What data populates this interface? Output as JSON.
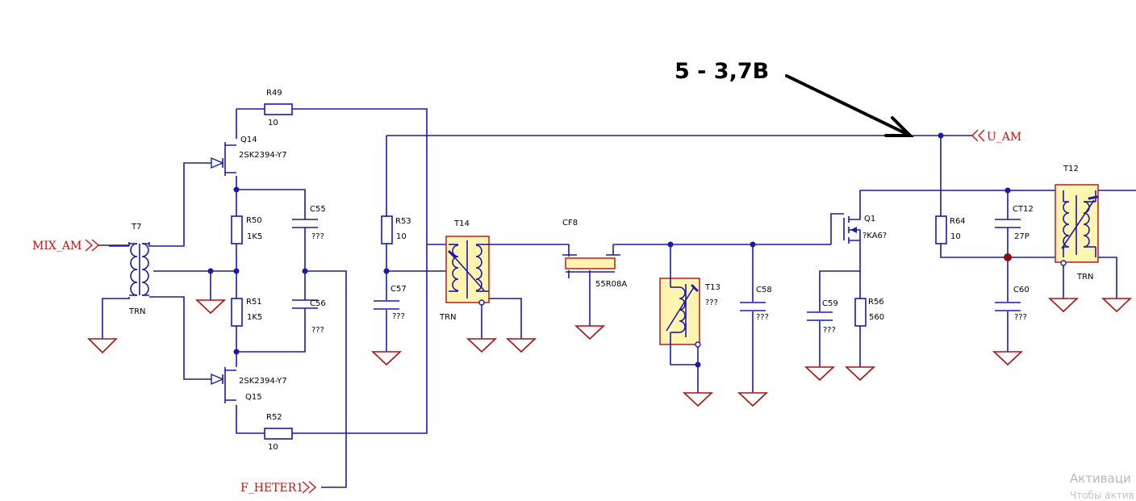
{
  "annotation": {
    "text": "5 - 3,7B"
  },
  "ports": {
    "mix": "MIX_AM",
    "u_am": "U_AM",
    "heter": "F_HETER1"
  },
  "components": {
    "T7": {
      "ref": "T7",
      "value": "TRN"
    },
    "Q14": {
      "ref": "Q14",
      "value": "2SK2394-Y7"
    },
    "Q15": {
      "ref": "Q15",
      "value": "2SK2394-Y7"
    },
    "R49": {
      "ref": "R49",
      "value": "10"
    },
    "R50": {
      "ref": "R50",
      "value": "1K5"
    },
    "R51": {
      "ref": "R51",
      "value": "1K5"
    },
    "R52": {
      "ref": "R52",
      "value": "10"
    },
    "C55": {
      "ref": "C55",
      "value": "???"
    },
    "C56": {
      "ref": "C56",
      "value": "???"
    },
    "R53": {
      "ref": "R53",
      "value": "10"
    },
    "C57": {
      "ref": "C57",
      "value": "???"
    },
    "T14": {
      "ref": "T14",
      "value": "TRN"
    },
    "CF8": {
      "ref": "CF8",
      "value": "55R08A"
    },
    "T13": {
      "ref": "T13",
      "value": "???"
    },
    "C58": {
      "ref": "C58",
      "value": "???"
    },
    "Q1": {
      "ref": "Q1",
      "value": "?KA6?"
    },
    "C59": {
      "ref": "C59",
      "value": "???"
    },
    "R56": {
      "ref": "R56",
      "value": "560"
    },
    "R64": {
      "ref": "R64",
      "value": "10"
    },
    "CT12": {
      "ref": "CT12",
      "value": "27P"
    },
    "C60": {
      "ref": "C60",
      "value": "???"
    },
    "T12": {
      "ref": "T12",
      "value": "TRN"
    }
  },
  "watermark": {
    "line1": "Активаци",
    "line2": "Чтобы актив"
  },
  "colors": {
    "wire": "#1a1aa6",
    "ground": "#aa1111",
    "port": "#cc1111",
    "coil_box": "#fff5b0"
  }
}
